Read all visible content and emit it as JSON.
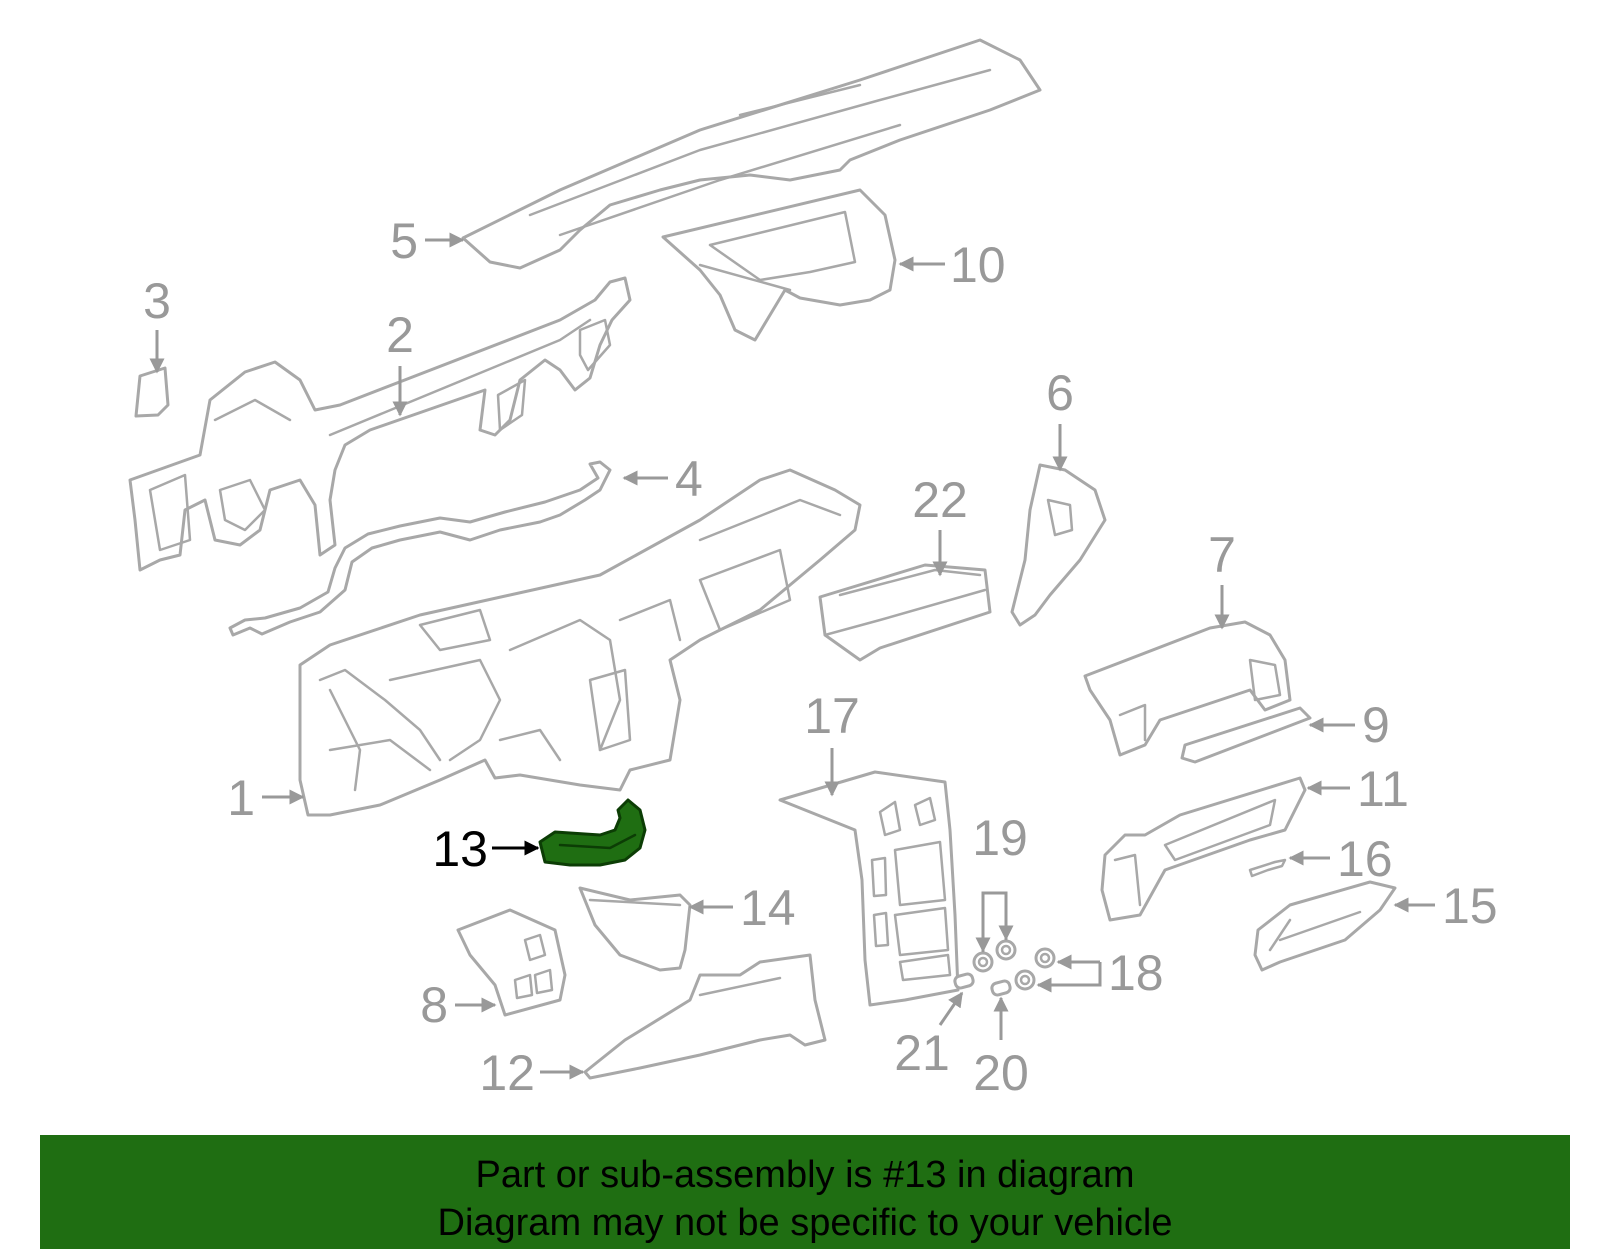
{
  "colors": {
    "line_gray": "#a8a8a8",
    "label_gray": "#999999",
    "highlight_green": "#1f6e12",
    "highlight_label": "#000000",
    "banner_bg": "#1f6e12",
    "banner_text": "#000000"
  },
  "highlighted_part": "13",
  "callouts": {
    "c1": "1",
    "c2": "2",
    "c3": "3",
    "c4": "4",
    "c5": "5",
    "c6": "6",
    "c7": "7",
    "c8": "8",
    "c9": "9",
    "c10": "10",
    "c11": "11",
    "c12": "12",
    "c13": "13",
    "c14": "14",
    "c15": "15",
    "c16": "16",
    "c17": "17",
    "c18": "18",
    "c19": "19",
    "c20": "20",
    "c21": "21",
    "c22": "22"
  },
  "banner": {
    "line1": "Part or sub-assembly is #13 in diagram",
    "line2": "Diagram may not be specific to your vehicle"
  }
}
